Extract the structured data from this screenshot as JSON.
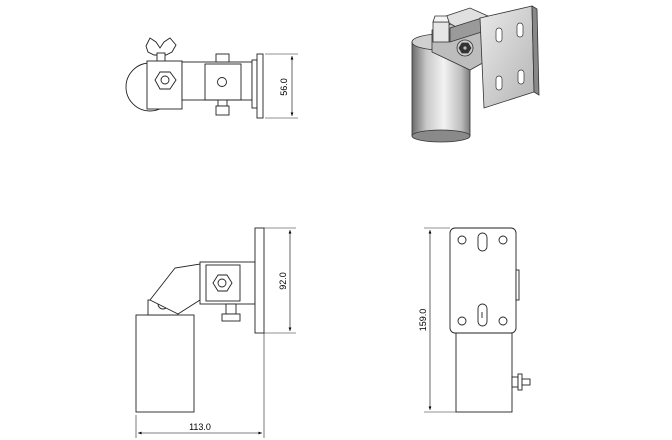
{
  "diagram": {
    "views": [
      {
        "name": "top-view",
        "dimensions": [
          "56.0"
        ]
      },
      {
        "name": "isometric-view",
        "dimensions": []
      },
      {
        "name": "side-view",
        "dimensions": [
          "92.0",
          "113.0"
        ]
      },
      {
        "name": "back-view",
        "dimensions": [
          "159.0"
        ]
      }
    ]
  },
  "labels": {
    "top_height": "56.0",
    "side_height": "92.0",
    "side_width": "113.0",
    "back_height": "159.0"
  },
  "colors": {
    "line": "#222222",
    "fill_light": "#f2f2f2",
    "fill_mid": "#d9d9d9",
    "fill_dark": "#a6a6a6"
  }
}
